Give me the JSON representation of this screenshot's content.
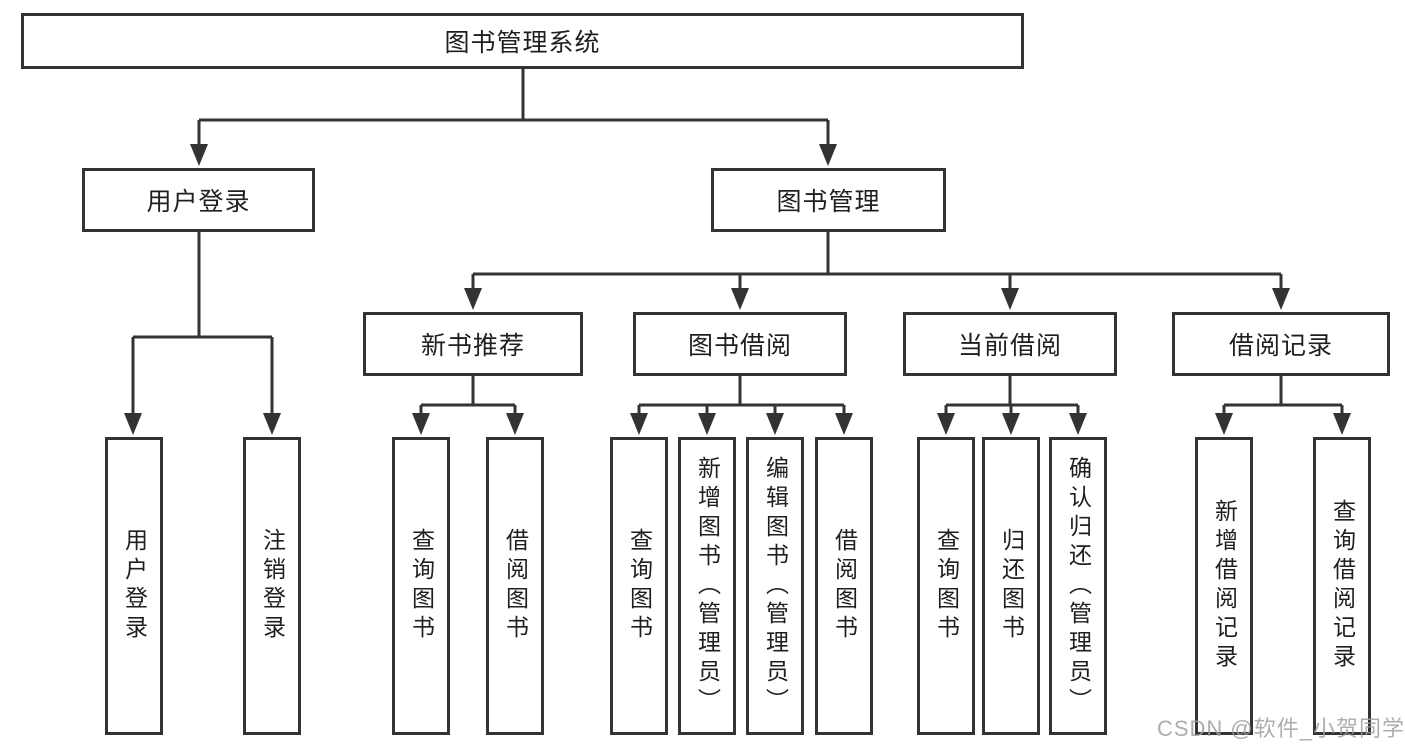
{
  "colors": {
    "line": "#333333",
    "text": "#1f1f1f",
    "background": "#ffffff",
    "watermark": "#a0a0a0"
  },
  "root": {
    "label": "图书管理系统",
    "children": [
      {
        "label": "用户登录",
        "children": [
          {
            "label": "用户登录"
          },
          {
            "label": "注销登录"
          }
        ]
      },
      {
        "label": "图书管理",
        "children": [
          {
            "label": "新书推荐",
            "children": [
              {
                "label": "查询图书"
              },
              {
                "label": "借阅图书"
              }
            ]
          },
          {
            "label": "图书借阅",
            "children": [
              {
                "label": "查询图书"
              },
              {
                "label": "新增图书（管理员）"
              },
              {
                "label": "编辑图书（管理员）"
              },
              {
                "label": "借阅图书"
              }
            ]
          },
          {
            "label": "当前借阅",
            "children": [
              {
                "label": "查询图书"
              },
              {
                "label": "归还图书"
              },
              {
                "label": "确认归还（管理员）"
              }
            ]
          },
          {
            "label": "借阅记录",
            "children": [
              {
                "label": "新增借阅记录"
              },
              {
                "label": "查询借阅记录"
              }
            ]
          }
        ]
      }
    ]
  },
  "watermark": {
    "text": "CSDN @软件_小贺同学"
  }
}
